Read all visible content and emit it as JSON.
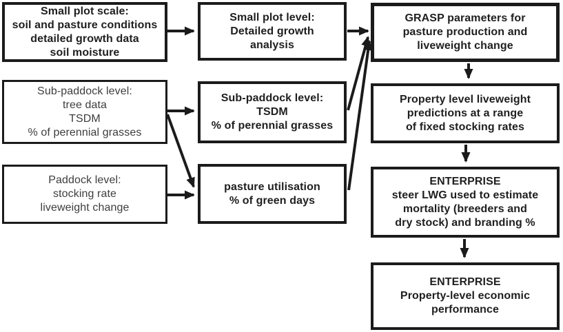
{
  "diagram": {
    "colors": {
      "background": "#ffffff",
      "box_border": "#1b1b1b",
      "text": "#1f1f1f",
      "muted_text": "#3d3d3d"
    },
    "nodes": {
      "small_plot_scale": {
        "lines": [
          "Small plot scale:",
          "soil and pasture conditions",
          "detailed growth data",
          "soil moisture"
        ]
      },
      "sub_paddock_data": {
        "lines": [
          "Sub-paddock level:",
          "tree data",
          "TSDM",
          "% of perennial grasses"
        ]
      },
      "paddock_level": {
        "lines": [
          "Paddock level:",
          "stocking rate",
          "liveweight change"
        ]
      },
      "small_plot_level": {
        "lines": [
          "Small plot level:",
          "Detailed growth",
          "analysis"
        ]
      },
      "sub_paddock_tsdm": {
        "lines": [
          "Sub-paddock level:",
          "TSDM",
          "% of perennial grasses"
        ]
      },
      "pasture_utilisation": {
        "lines": [
          "pasture utilisation",
          "% of green days"
        ]
      },
      "grasp_parameters": {
        "lines": [
          "GRASP parameters for",
          "pasture production and",
          "liveweight change"
        ]
      },
      "property_liveweight": {
        "lines": [
          "Property level liveweight",
          "predictions at a range",
          "of fixed stocking rates"
        ]
      },
      "enterprise_mortality": {
        "lines": [
          "ENTERPRISE",
          "steer LWG used to estimate",
          "mortality (breeders and",
          "dry stock) and branding %"
        ]
      },
      "enterprise_economic": {
        "lines": [
          "ENTERPRISE",
          "Property-level economic",
          "performance"
        ]
      }
    },
    "edges": [
      {
        "from": "small_plot_scale",
        "to": "small_plot_level"
      },
      {
        "from": "sub_paddock_data",
        "to": "sub_paddock_tsdm"
      },
      {
        "from": "sub_paddock_data",
        "to": "pasture_utilisation"
      },
      {
        "from": "paddock_level",
        "to": "pasture_utilisation"
      },
      {
        "from": "small_plot_level",
        "to": "grasp_parameters"
      },
      {
        "from": "sub_paddock_tsdm",
        "to": "grasp_parameters"
      },
      {
        "from": "pasture_utilisation",
        "to": "grasp_parameters"
      },
      {
        "from": "grasp_parameters",
        "to": "property_liveweight"
      },
      {
        "from": "property_liveweight",
        "to": "enterprise_mortality"
      },
      {
        "from": "enterprise_mortality",
        "to": "enterprise_economic"
      }
    ]
  }
}
